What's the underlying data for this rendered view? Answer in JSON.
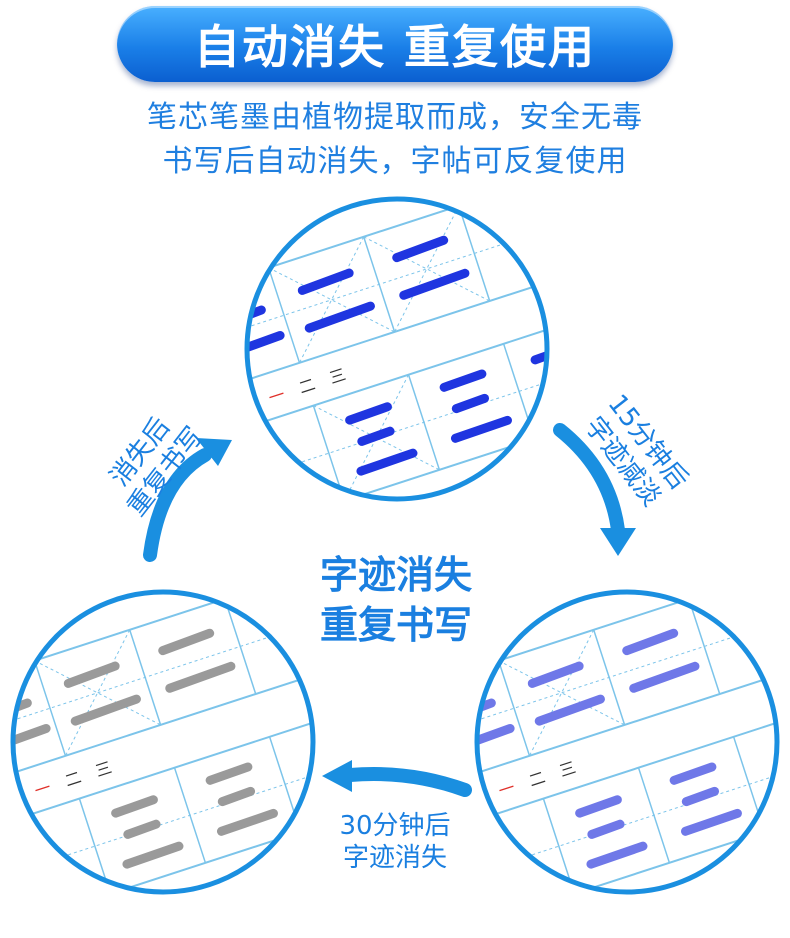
{
  "banner": {
    "title": "自动消失 重复使用"
  },
  "subtitle": {
    "line1": "笔芯笔墨由植物提取而成，安全无毒",
    "line2": "书写后自动消失，字帖可反复使用"
  },
  "center": {
    "line1": "字迹消失",
    "line2": "重复书写"
  },
  "labels": {
    "right": {
      "line1": "15分钟后",
      "line2": "字迹减淡"
    },
    "bottom": {
      "line1": "30分钟后",
      "line2": "字迹消失"
    },
    "left": {
      "line1": "消失后",
      "line2": "重复书写"
    }
  },
  "sample_chars": [
    "一",
    "二",
    "三"
  ],
  "colors": {
    "accent": "#1a7fe0",
    "fresh_ink": "#1f35e0",
    "faded_ink": "#6f78e8",
    "gone_ink": "#9a9a9a",
    "grid": "#7cc4ea",
    "sample_red": "#e0302a"
  }
}
